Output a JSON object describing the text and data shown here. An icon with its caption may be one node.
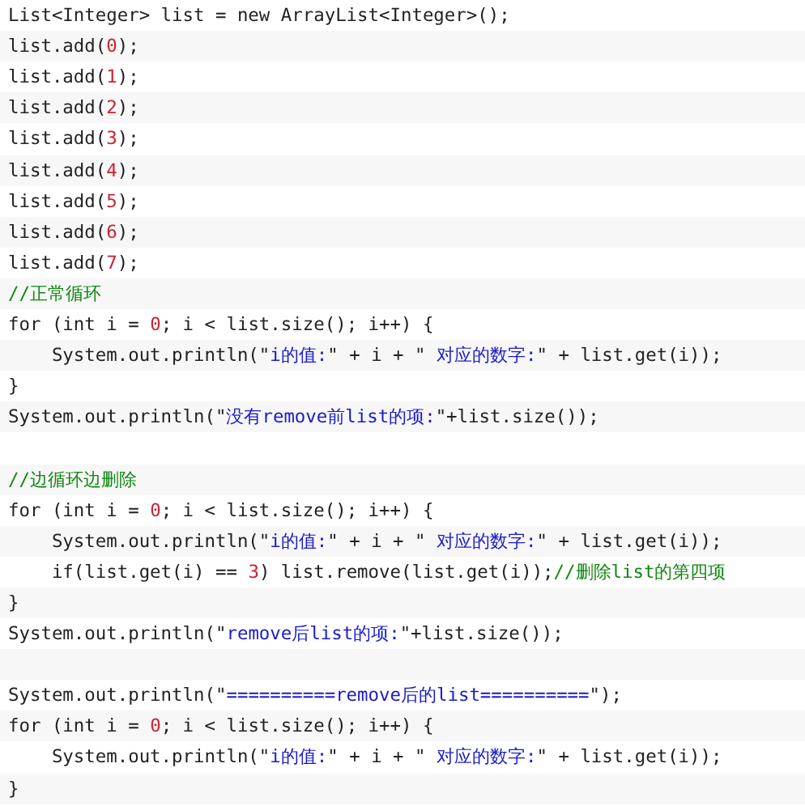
{
  "diagram": {
    "labels": [
      "List<Integer> list = new ArrayList<Integer>();",
      "list.add(0);",
      "list.add(1);",
      "list.add(2);",
      "list.add(3);",
      "list.add(4);",
      "list.add(5);",
      "list.add(6);",
      "list.add(7);",
      "//正常循环",
      "for (int i = 0; i < list.size(); i++) {",
      "    System.out.println(\"i的值:\" + i + \" 对应的数字:\" + list.get(i));",
      "}",
      "System.out.println(\"没有remove前list的项:\"+list.size());",
      "//边循环边删除",
      "for (int i = 0; i < list.size(); i++) {",
      "    System.out.println(\"i的值:\" + i + \" 对应的数字:\" + list.get(i));",
      "    if(list.get(i) == 3) list.remove(list.get(i));//删除list的第四项",
      "}",
      "System.out.println(\"remove后list的项:\"+list.size());",
      "System.out.println(\"==========remove后的list==========\");",
      "for (int i = 0; i < list.size(); i++) {",
      "    System.out.println(\"i的值:\" + i + \" 对应的数字:\" + list.get(i));",
      "}"
    ]
  }
}
